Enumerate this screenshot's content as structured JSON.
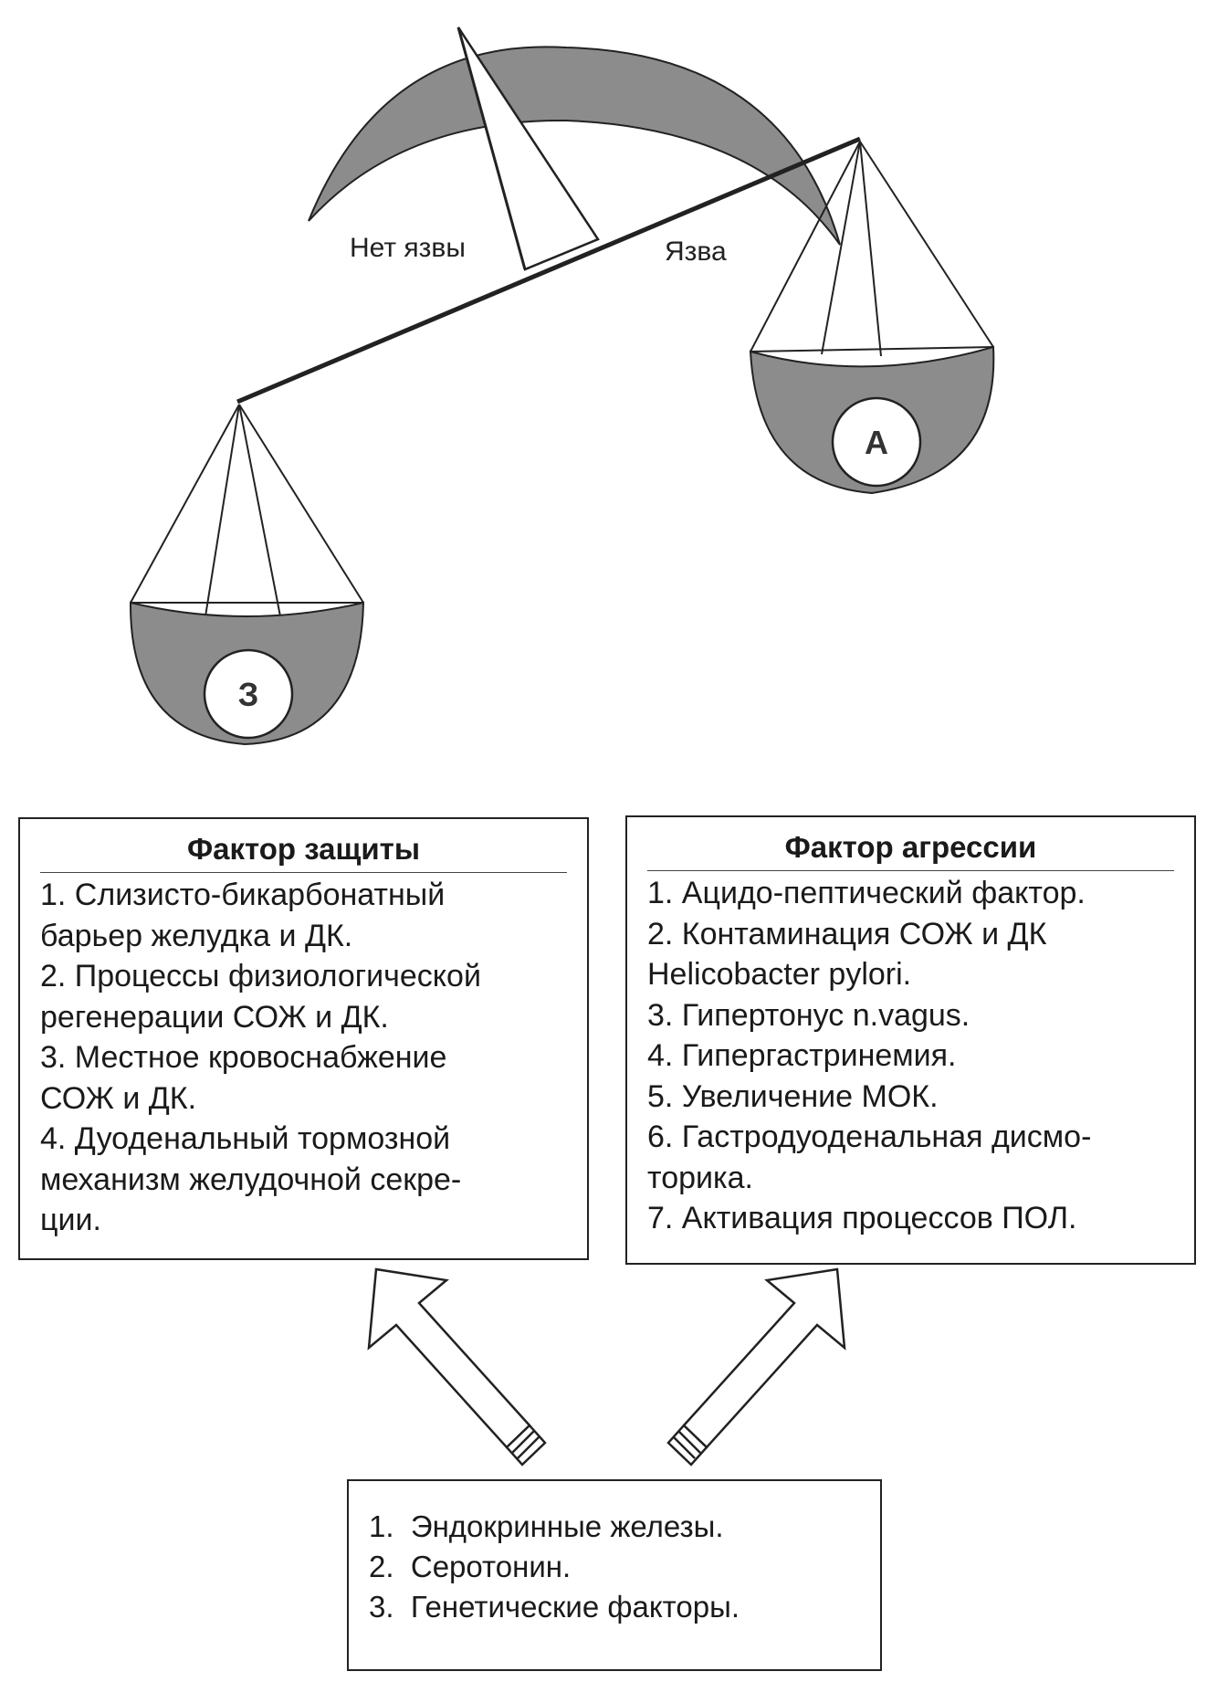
{
  "scale": {
    "label_no_ulcer": "Нет язвы",
    "label_ulcer": "Язва",
    "pan_left_letter": "З",
    "pan_right_letter": "А",
    "colors": {
      "fill": "#8c8c8c",
      "stroke": "#222222"
    }
  },
  "protection": {
    "title": "Фактор защиты",
    "lines": [
      "1. Слизисто-бикарбонатный",
      "барьер желудка и ДК.",
      "2. Процессы физиологической",
      "регенерации СОЖ и ДК.",
      "3. Местное кровоснабжение",
      "СОЖ и ДК.",
      "4. Дуоденальный тормозной",
      "механизм желудочной секре-",
      "ции."
    ]
  },
  "aggression": {
    "title": "Фактор агрессии",
    "lines": [
      "1. Ацидо-пептический фактор.",
      "2. Контаминация СОЖ и ДК",
      "Helicobacter pylori.",
      "3. Гипертонус n.vagus.",
      "4. Гипергастринемия.",
      "5. Увеличение МОК.",
      "6. Гастродуоденальная дисмо-",
      "торика.",
      "7. Активация процессов ПОЛ."
    ]
  },
  "common": {
    "lines": [
      "1.  Эндокринные железы.",
      "2.  Серотонин.",
      "3.  Генетические факторы."
    ]
  }
}
